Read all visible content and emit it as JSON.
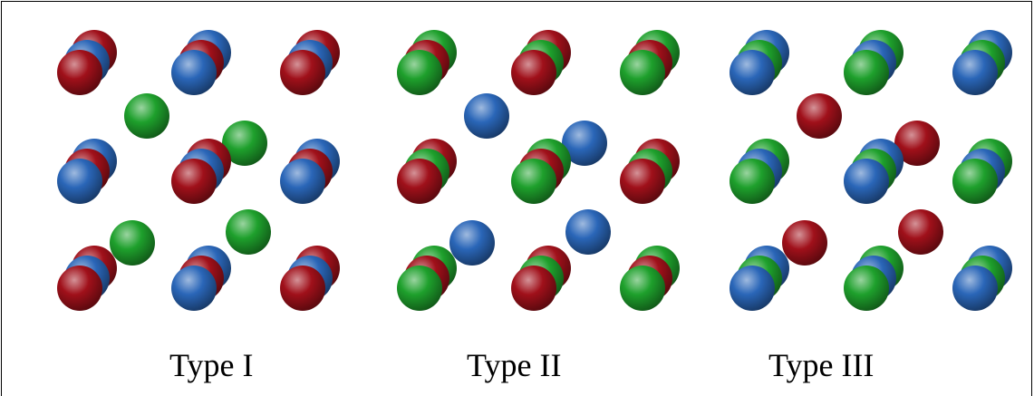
{
  "colors": {
    "red": "#a0101a",
    "blue": "#2a66b8",
    "green": "#1ea02c",
    "frame": "#000000",
    "background": "#ffffff"
  },
  "panels": [
    {
      "caption": "Type I",
      "stacks": [
        [
          "red",
          "blue",
          "red"
        ],
        [
          "blue",
          "red",
          "blue"
        ],
        [
          "red",
          "blue",
          "red"
        ],
        [
          "blue",
          "red",
          "blue"
        ],
        [
          "red",
          "blue",
          "red"
        ],
        [
          "blue",
          "red",
          "blue"
        ],
        [
          "red",
          "blue",
          "red"
        ],
        [
          "blue",
          "red",
          "blue"
        ],
        [
          "red",
          "blue",
          "red"
        ]
      ],
      "interstitial": "green"
    },
    {
      "caption": "Type II",
      "stacks": [
        [
          "green",
          "red",
          "green"
        ],
        [
          "red",
          "green",
          "red"
        ],
        [
          "green",
          "red",
          "green"
        ],
        [
          "red",
          "green",
          "red"
        ],
        [
          "green",
          "red",
          "green"
        ],
        [
          "red",
          "green",
          "red"
        ],
        [
          "green",
          "red",
          "green"
        ],
        [
          "red",
          "green",
          "red"
        ],
        [
          "green",
          "red",
          "green"
        ]
      ],
      "interstitial": "blue"
    },
    {
      "caption": "Type III",
      "stacks": [
        [
          "blue",
          "green",
          "blue"
        ],
        [
          "green",
          "blue",
          "green"
        ],
        [
          "blue",
          "green",
          "blue"
        ],
        [
          "green",
          "blue",
          "green"
        ],
        [
          "blue",
          "green",
          "blue"
        ],
        [
          "green",
          "blue",
          "green"
        ],
        [
          "blue",
          "green",
          "blue"
        ],
        [
          "green",
          "blue",
          "green"
        ],
        [
          "blue",
          "green",
          "blue"
        ]
      ],
      "interstitial": "red"
    }
  ]
}
